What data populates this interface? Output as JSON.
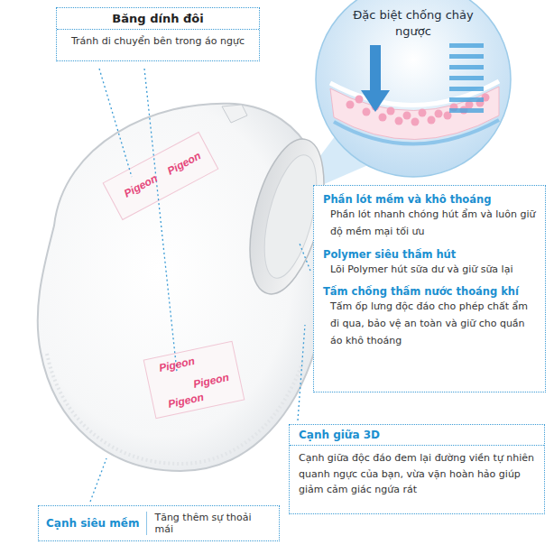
{
  "diagram": {
    "nodes": [
      {
        "text": [
          "Băng dính đôi",
          "Tránh di chuyển bên trong áo ngực"
        ]
      },
      {
        "text": [
          "Đặc biệt chống chảy ngược"
        ]
      },
      {
        "text": [
          "Phần lót mềm và khô thoáng",
          "Phần lót nhanh chóng hút ẩm và luôn giữ độ mềm mại tối ưu",
          "Polymer siêu thấm hút",
          "Lõi Polymer hút sữa dư và giữ sữa lại",
          "Tấm chống thấm nước thoáng khí",
          "Tấm ốp lưng độc đáo cho phép chất ẩm đi qua, bảo vệ an toàn và giữ cho quần áo khô thoáng"
        ]
      },
      {
        "text": [
          "Cạnh giữa 3D",
          "Cạnh giữa độc đáo đem lại đường viền tự nhiên quanh ngực của bạn, vừa vặn hoàn hảo giúp giảm cảm giác ngứa rát"
        ]
      },
      {
        "text": [
          "Cạnh siêu mềm",
          "Tăng thêm sự thoải mái"
        ]
      }
    ],
    "labels": [
      "Pigeon",
      "Pigeon",
      "Pigeon",
      "Pigeon",
      "Pigeon"
    ]
  }
}
